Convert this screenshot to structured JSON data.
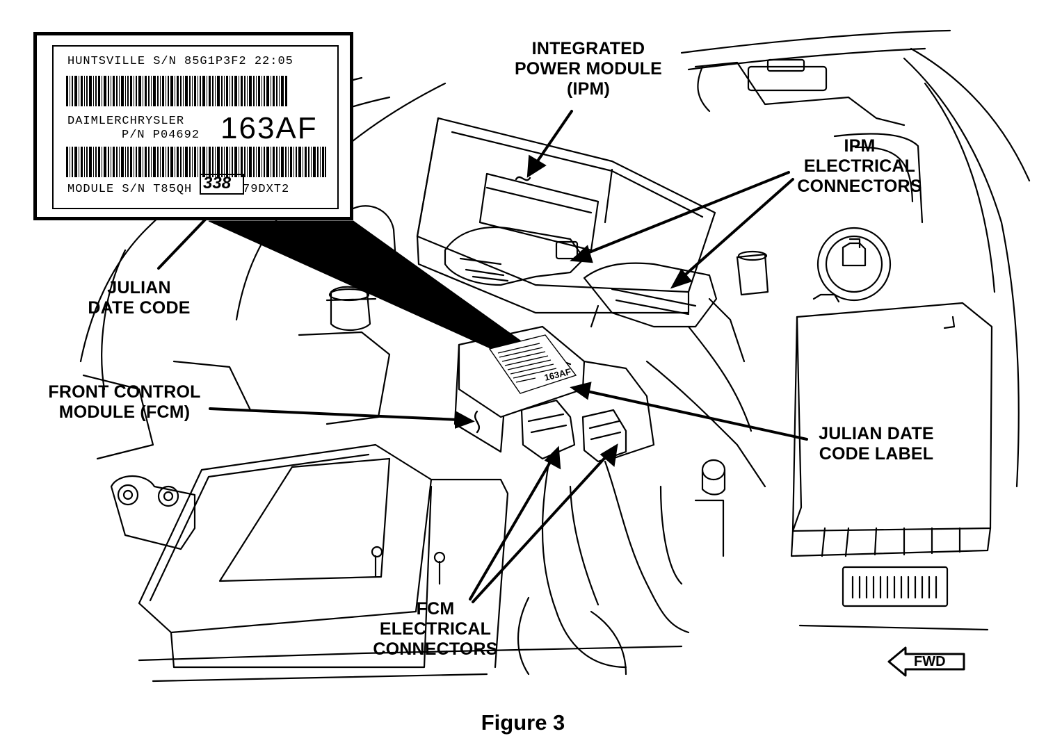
{
  "inset_label": {
    "line1": "HUNTSVILLE S/N 85G1P3F2   22:05",
    "manufacturer": "DAIMLERCHRYSLER",
    "part_number": "P/N P04692",
    "code": "163AF",
    "module_sn_prefix": "MODULE S/N T85QH",
    "julian_code": "338",
    "module_sn_suffix": "79DXT2"
  },
  "callouts": {
    "ipm": [
      "INTEGRATED",
      "POWER MODULE",
      "(IPM)"
    ],
    "ipm_connectors": [
      "IPM",
      "ELECTRICAL",
      "CONNECTORS"
    ],
    "julian_date_code": [
      "JULIAN",
      "DATE CODE"
    ],
    "fcm": [
      "FRONT CONTROL",
      "MODULE (FCM)"
    ],
    "julian_label": [
      "JULIAN DATE",
      "CODE LABEL"
    ],
    "fcm_connectors": [
      "FCM",
      "ELECTRICAL",
      "CONNECTORS"
    ]
  },
  "module_label_text": "163AF",
  "fwd_label": "FWD",
  "caption": "Figure 3"
}
